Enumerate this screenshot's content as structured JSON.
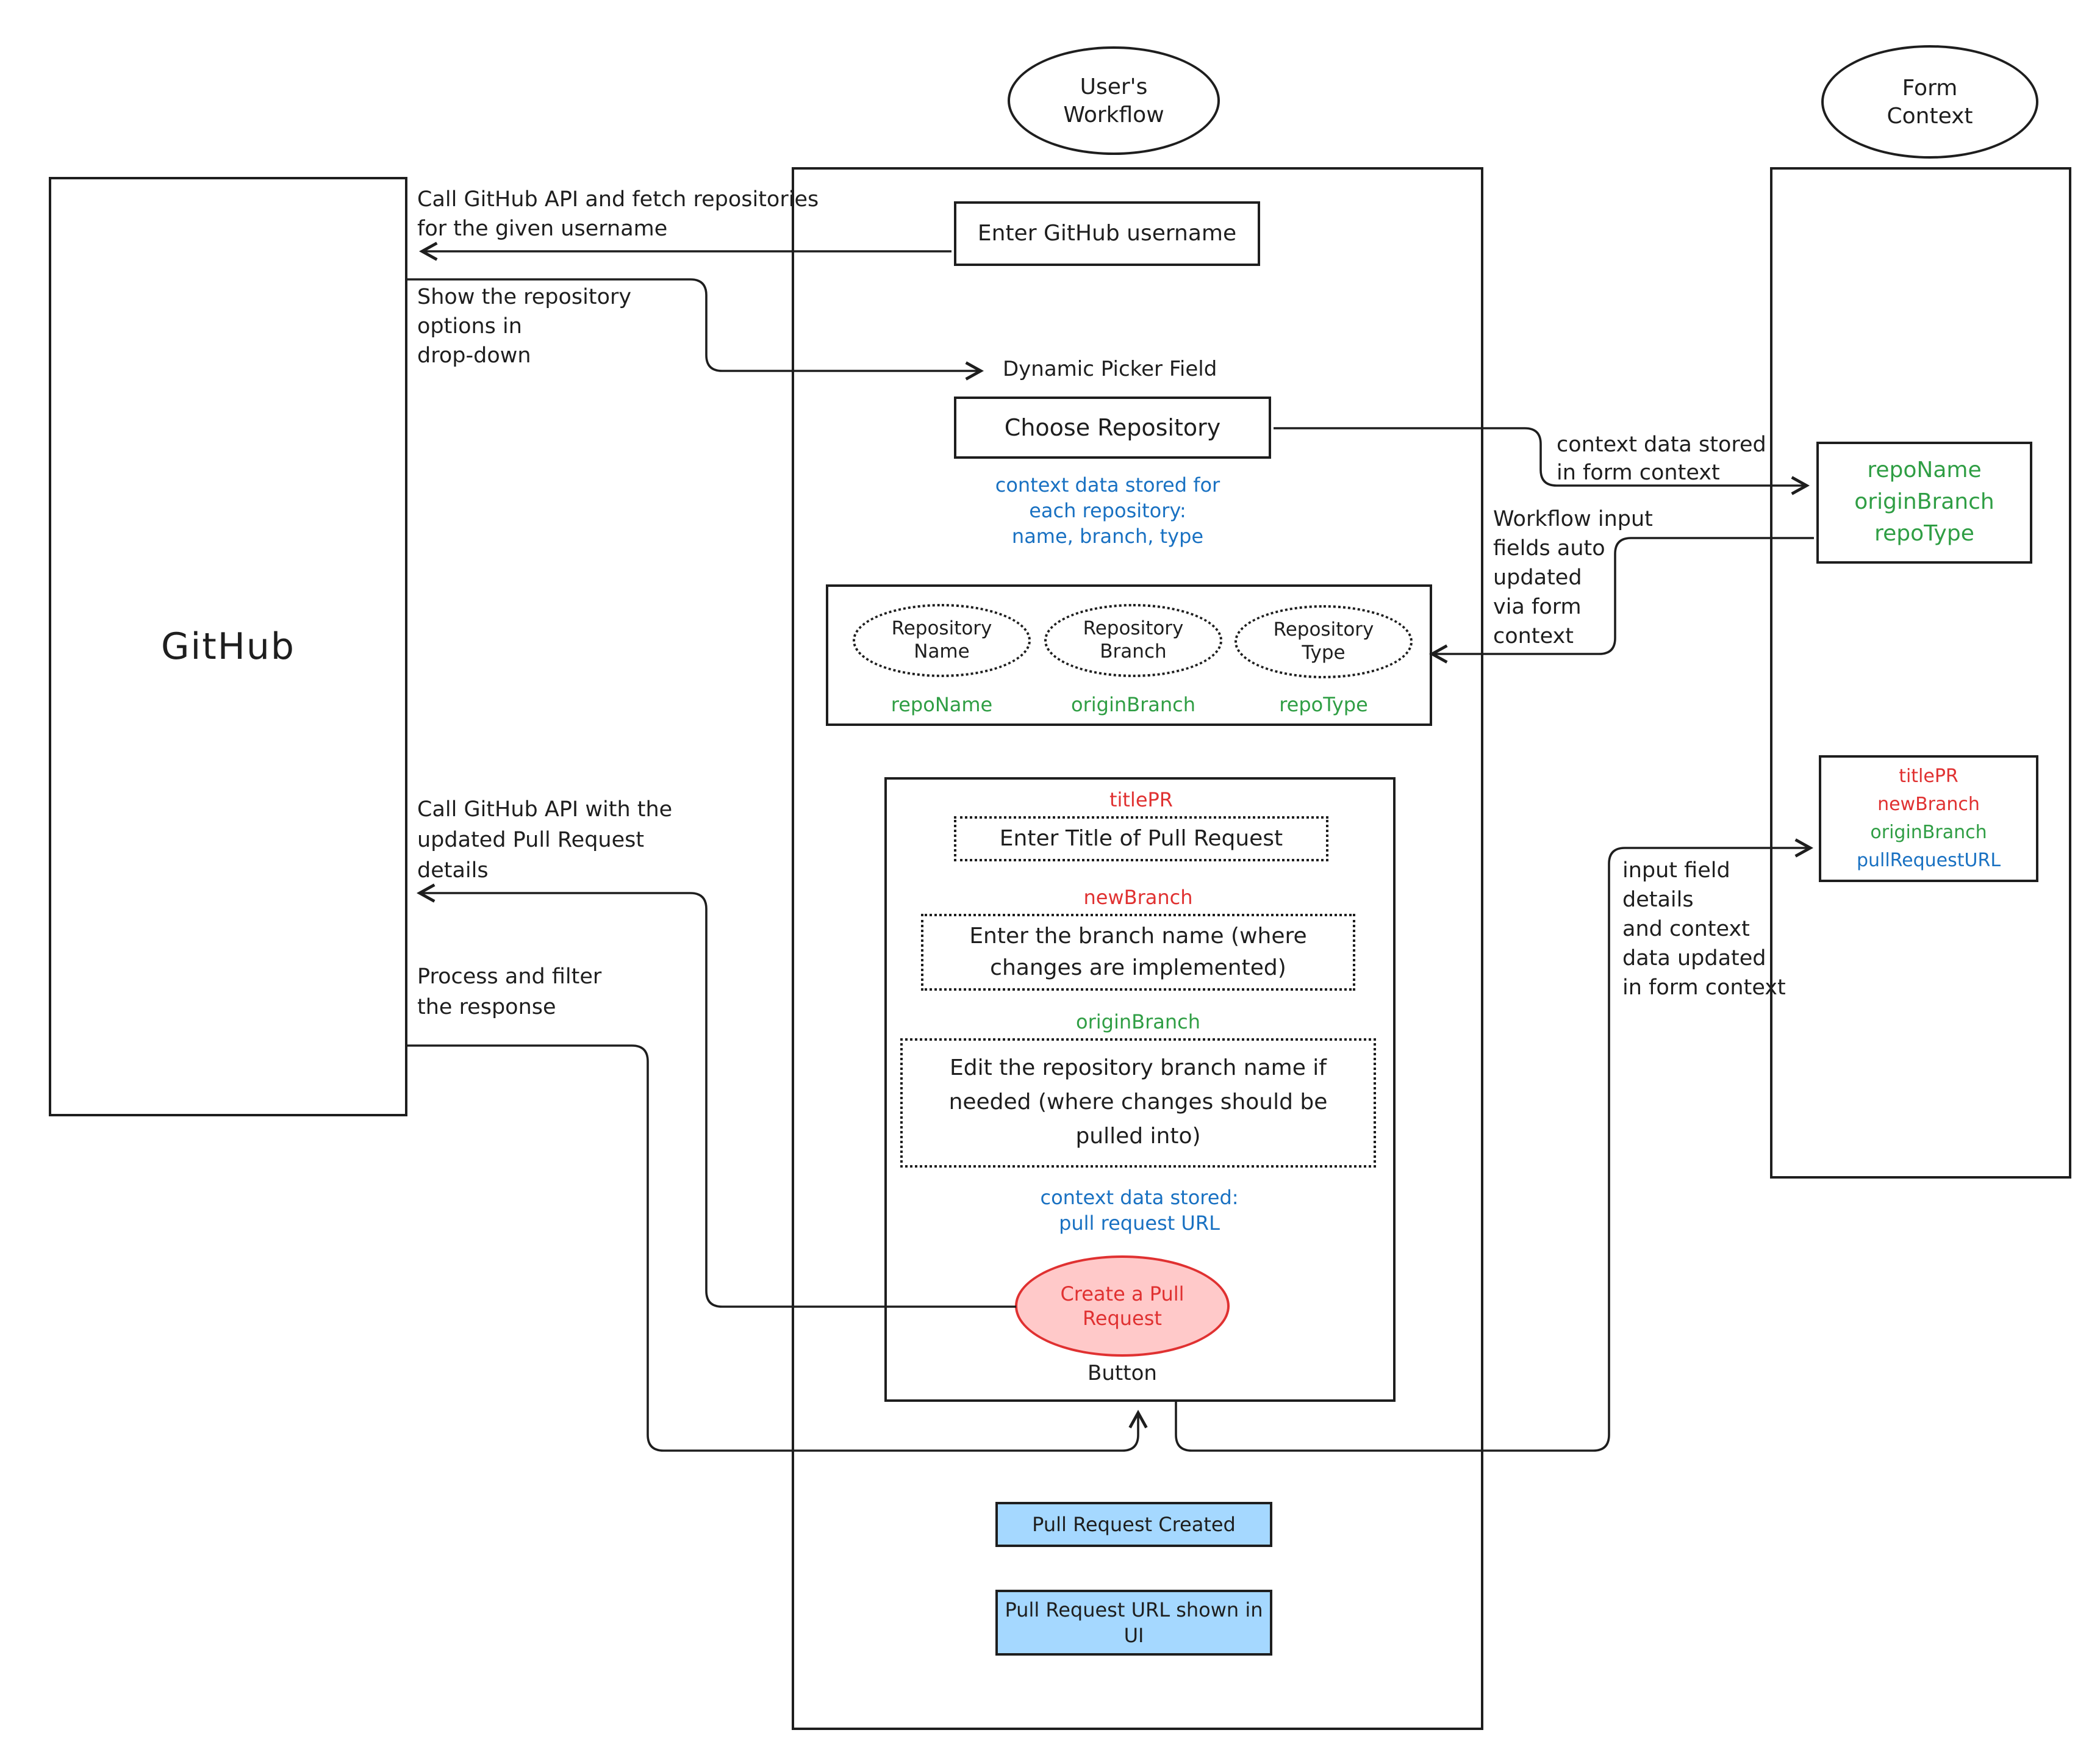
{
  "colors": {
    "stroke": "#1e1e1e",
    "green": "#2f9e44",
    "red": "#e03131",
    "blue": "#1971c2",
    "pink_fill": "#ffc9c9",
    "pink_stroke": "#e03131",
    "blue_fill": "#a5d8ff"
  },
  "lanes": {
    "github_label": "GitHub",
    "workflow_title": "User's\nWorkflow",
    "form_context_title": "Form\nContext"
  },
  "workflow": {
    "enter_username": "Enter GitHub username",
    "dynamic_picker_label": "Dynamic Picker Field",
    "choose_repository": "Choose Repository",
    "repo_context_note": "context data stored for\neach repository:\nname, branch, type",
    "fields": {
      "repo_name": {
        "label": "Repository\nName",
        "var": "repoName"
      },
      "repo_branch": {
        "label": "Repository\nBranch",
        "var": "originBranch"
      },
      "repo_type": {
        "label": "Repository\nType",
        "var": "repoType"
      }
    },
    "pr_form": {
      "title_var": "titlePR",
      "title_field": "Enter Title of Pull Request",
      "new_branch_var": "newBranch",
      "new_branch_field": "Enter the branch name (where\nchanges are implemented)",
      "origin_branch_var": "originBranch",
      "origin_branch_field": "Edit the repository branch name if\nneeded (where changes should be\npulled into)",
      "url_note": "context data stored:\npull request URL",
      "create_button": "Create a Pull\nRequest",
      "button_caption": "Button"
    },
    "pr_created": "Pull Request Created",
    "pr_url_shown": "Pull Request URL shown in\nUI"
  },
  "form_context": {
    "box1": [
      "repoName",
      "originBranch",
      "repoType"
    ],
    "box2": [
      "titlePR",
      "newBranch",
      "originBranch",
      "pullRequestURL"
    ]
  },
  "edges": {
    "fetch_repos": "Call GitHub API and fetch repositories\nfor the given username",
    "show_options": "Show the repository\noptions in\ndrop-down",
    "stored_in_context": "context data stored\nin form context",
    "auto_updated": "Workflow input\nfields auto\nupdated\nvia form\ncontext",
    "call_api_pr": "Call GitHub API with the\nupdated Pull Request\ndetails",
    "process_filter": "Process and filter\nthe response",
    "input_updated": "input field\ndetails\nand context\ndata updated\nin form context"
  }
}
